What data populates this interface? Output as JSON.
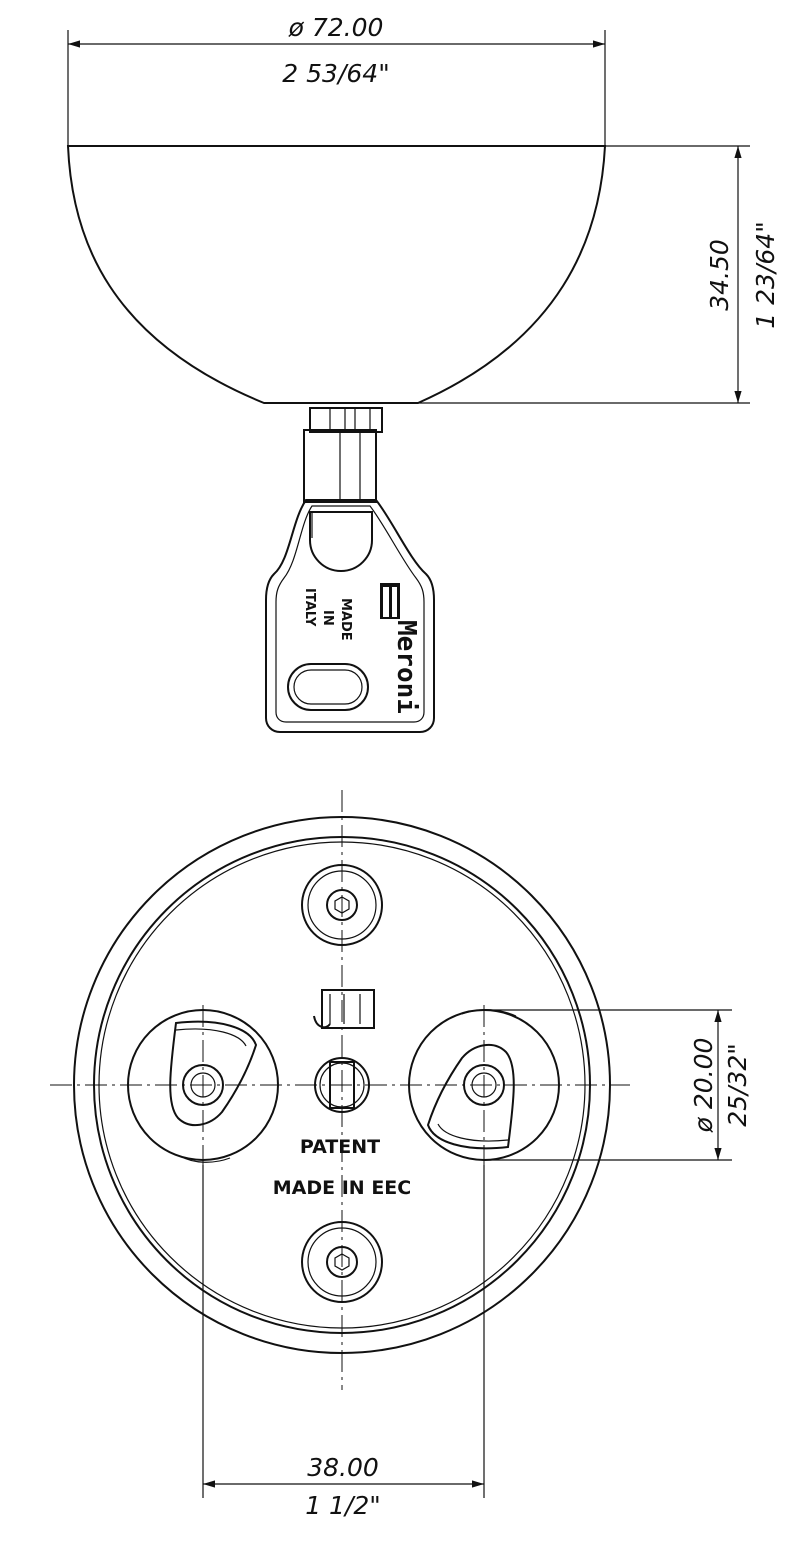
{
  "dimensions": {
    "bowl_diameter_mm": "ø 72.00",
    "bowl_diameter_in": "2 53/64\"",
    "bowl_height_mm": "34.50",
    "bowl_height_in": "1 23/64\"",
    "hole_diameter_mm": "ø 20.00",
    "hole_diameter_in": "25/32\"",
    "hole_spacing_mm": "38.00",
    "hole_spacing_in": "1 1/2\""
  },
  "key": {
    "made_lines": [
      "MADE",
      "IN",
      "ITALY"
    ],
    "brand": "Meroni"
  },
  "base_stamp": {
    "line1": "PATENT",
    "line2": "MADE IN EEC"
  }
}
